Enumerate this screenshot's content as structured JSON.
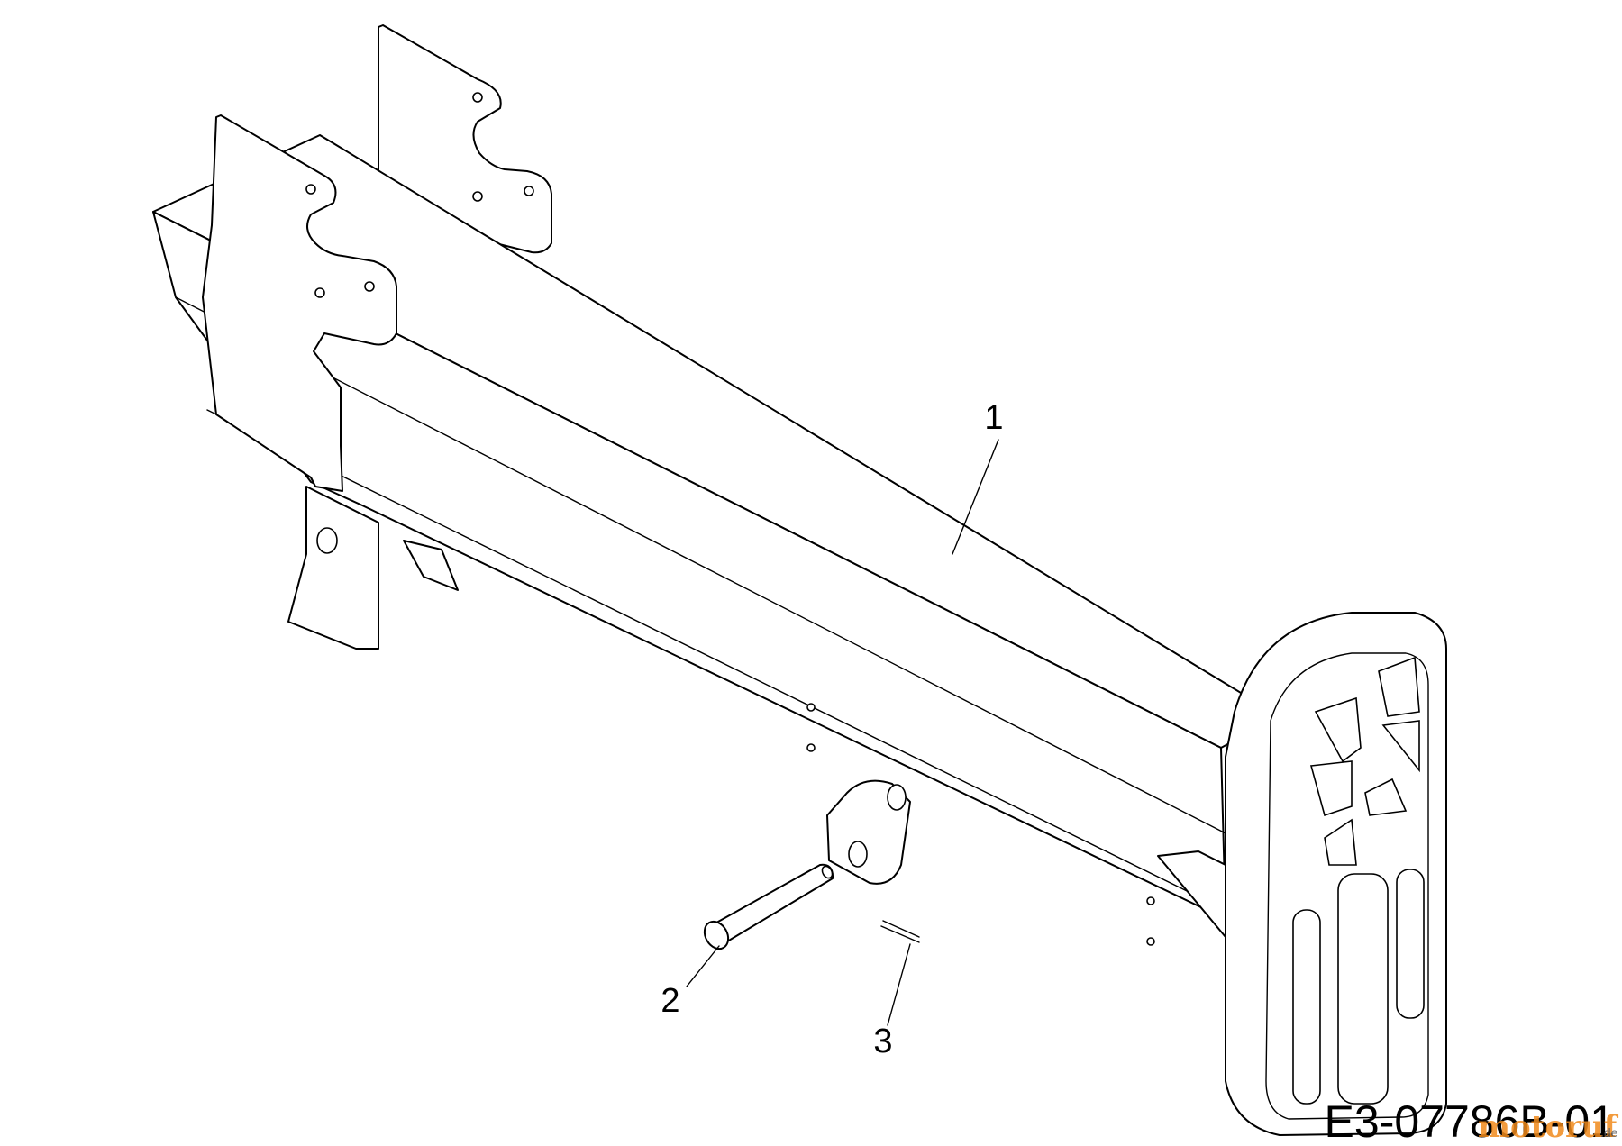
{
  "callouts": [
    {
      "label": "1"
    },
    {
      "label": "2"
    },
    {
      "label": "3"
    }
  ],
  "diagram_code": "E3-07786B-01",
  "watermark": {
    "text": "motoruf",
    "suffix": ".de",
    "colors": [
      "#f08a1c",
      "#2e6fb8",
      "#e0302a"
    ]
  }
}
